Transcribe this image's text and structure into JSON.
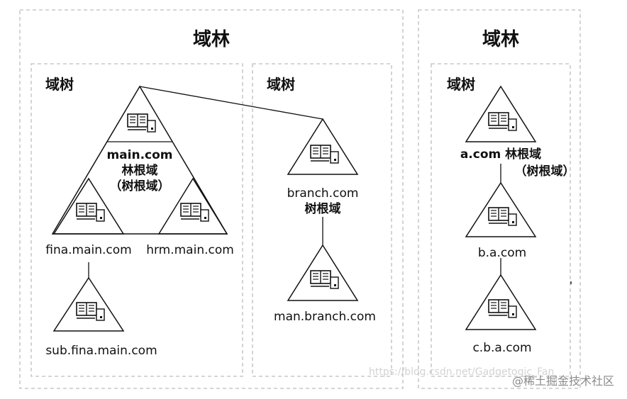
{
  "forest_1": {
    "title": "域林",
    "tree_1": {
      "label": "域树",
      "root": {
        "name": "main.com",
        "role": "林根域",
        "role2": "（树根域）"
      },
      "children": [
        "fina.main.com",
        "hrm.main.com"
      ],
      "grandchild": "sub.fina.main.com"
    },
    "tree_2": {
      "label": "域树",
      "root": {
        "name": "branch.com",
        "role": "树根域"
      },
      "child": "man.branch.com"
    }
  },
  "forest_2": {
    "title": "域林",
    "tree": {
      "label": "域树",
      "root": {
        "name": "a.com",
        "role": "林根域",
        "role2": "（树根域）"
      },
      "child": "b.a.com",
      "grandchild": "c.b.a.com"
    }
  },
  "watermark": {
    "url": "https://blog.csdn.net/Gadgetogic_Fan",
    "credit": "@稀土掘金技术社区"
  },
  "colors": {
    "line": "#111111",
    "dashed_border": "#bdbdbd"
  }
}
